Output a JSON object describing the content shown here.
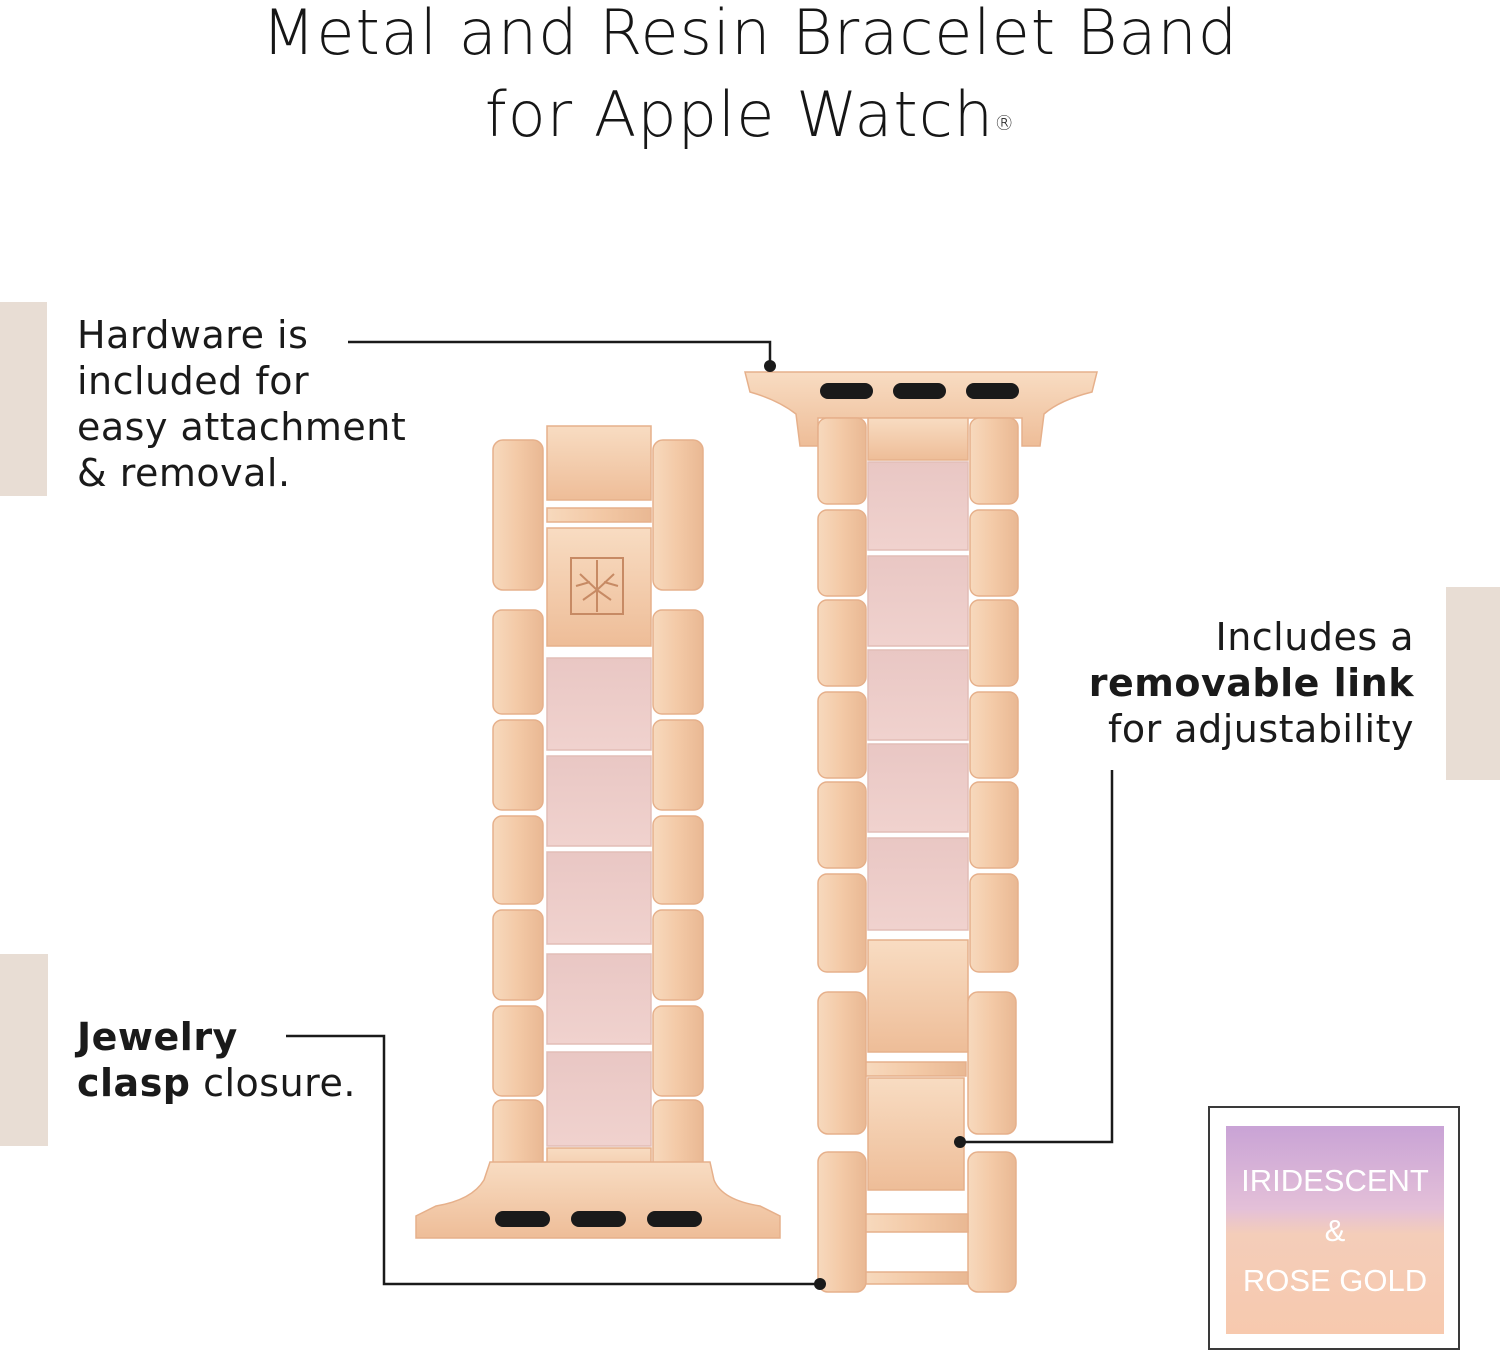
{
  "header": {
    "title_line1": "Metal and Resin Bracelet Band",
    "title_line2": "for Apple Watch",
    "title_mark": "®"
  },
  "callouts": {
    "hardware": [
      "Hardware is",
      "included for",
      "easy attachment",
      "& removal."
    ],
    "link": {
      "line1": "Includes a",
      "bold": "removable link",
      "line3": "for adjustability"
    },
    "clasp": {
      "bold1": "Jewelry",
      "bold2": "clasp",
      "rest": " closure."
    }
  },
  "swatch": {
    "line1": "IRIDESCENT",
    "line2": "&",
    "line3": "ROSE GOLD"
  },
  "colors": {
    "accent_tab": "#e8ddd4",
    "rose_gold": "#f2c9a6",
    "resin": "#ecccc8"
  },
  "icons": {
    "brand_logo": "tree-logo-icon"
  }
}
